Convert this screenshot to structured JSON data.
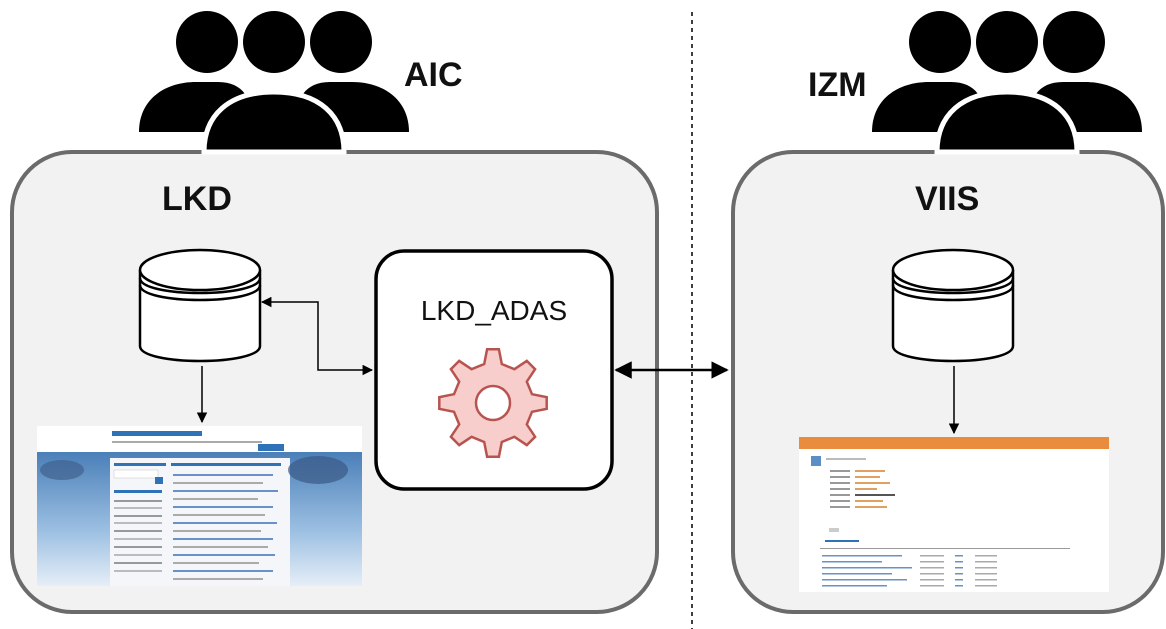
{
  "groups": {
    "left": {
      "label": "AIC"
    },
    "right": {
      "label": "IZM"
    }
  },
  "systems": {
    "left": {
      "title": "LKD",
      "service": "LKD_ADAS"
    },
    "right": {
      "title": "VIIS"
    }
  },
  "colors": {
    "panel_fill": "#f2f2f2",
    "panel_stroke": "#6b6b6b",
    "gear_fill": "#f8cecc",
    "gear_stroke": "#b85450",
    "viis_header": "#ea8c3e",
    "lkd_header": "#2f72b8"
  },
  "icons": [
    "users-icon",
    "database-icon",
    "gear-icon",
    "webpage-screenshot"
  ]
}
